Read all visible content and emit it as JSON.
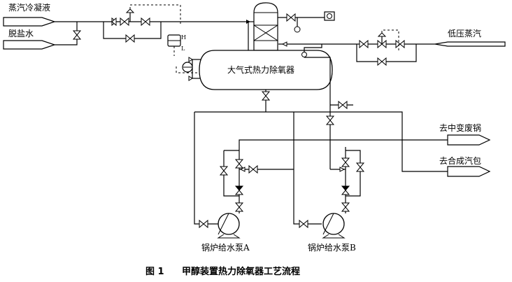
{
  "labels": {
    "steam_condensate": "蒸汽冷凝液",
    "demin_water": "脱盐水",
    "low_pressure_steam": "低压蒸汽",
    "deaerator": "大气式热力除氧器",
    "to_shift_boiler": "去中变废锅",
    "to_synthesis_drum": "去合成汽包",
    "pump_a": "锅炉给水泵A",
    "pump_b": "锅炉给水泵B",
    "level_h": "H",
    "level_l": "L"
  },
  "caption": {
    "number": "图 1",
    "text": "甲醇装置热力除氧器工艺流程"
  }
}
